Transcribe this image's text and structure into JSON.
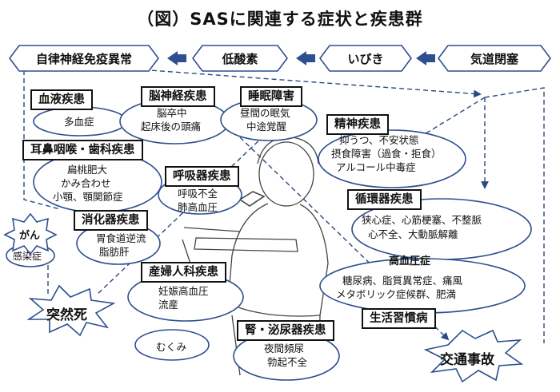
{
  "title": "（図）SASに関連する症状と疾患群",
  "flow": {
    "airway": "気道閉塞",
    "snoring": "いびき",
    "hypoxia": "低酸素",
    "autonomic": "自律神経免疫異常"
  },
  "groups": {
    "blood": {
      "title": "血液疾患",
      "lines": [
        "多血症"
      ]
    },
    "brain": {
      "title": "脳神経疾患",
      "lines": [
        "脳卒中",
        "起床後の頭痛"
      ]
    },
    "sleep": {
      "title": "睡眠障害",
      "lines": [
        "昼間の眠気",
        "中途覚醒"
      ]
    },
    "psych": {
      "title": "精神疾患",
      "lines": [
        "抑うつ、不安状態",
        "摂食障害（過食・拒食）",
        "アルコール中毒症"
      ]
    },
    "ent": {
      "title": "耳鼻咽喉・歯科疾患",
      "lines": [
        "扁桃肥大",
        "かみ合わせ",
        "小顎、顎関節症"
      ]
    },
    "resp": {
      "title": "呼吸器疾患",
      "lines": [
        "呼吸不全",
        "肺高血圧"
      ]
    },
    "circ": {
      "title": "循環器疾患",
      "lines": [
        "狭心症、心筋梗塞、不整脈",
        "心不全、大動脈解離"
      ]
    },
    "digest": {
      "title": "消化器疾患",
      "lines": [
        "胃食道逆流",
        "脂肪肝"
      ]
    },
    "hyper": {
      "lines": [
        "高血圧症"
      ]
    },
    "lifestyle_items": {
      "lines": [
        "糖尿病、脂質異常症、痛風",
        "メタボリック症候群、肥満"
      ]
    },
    "obgyn": {
      "title": "産婦人科疾患",
      "lines": [
        "妊娠高血圧",
        "流産"
      ]
    },
    "lifestyle": {
      "title": "生活習慣病"
    },
    "renal": {
      "title": "腎・泌尿器疾患",
      "lines": [
        "夜間頻尿",
        "勃起不全"
      ]
    }
  },
  "cancer": "がん",
  "infection": "感染症",
  "sudden_death": "突然死",
  "edema": "むくみ",
  "traffic": "交通事故"
}
